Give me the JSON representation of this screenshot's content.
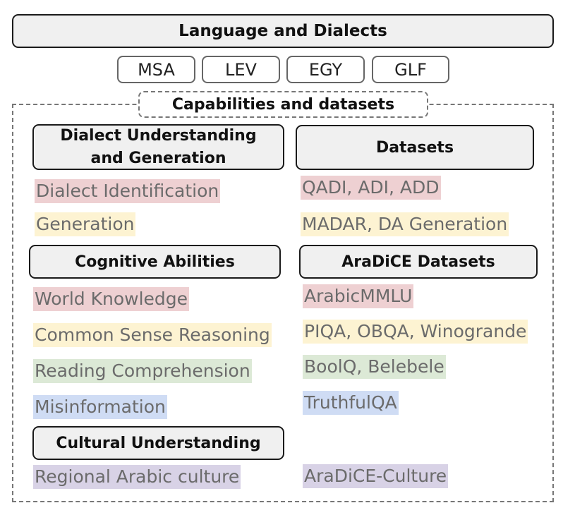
{
  "header": {
    "title": "Language and Dialects"
  },
  "dialects": [
    "MSA",
    "LEV",
    "EGY",
    "GLF"
  ],
  "capabilities_title": "Capabilities and datasets",
  "sections": {
    "dialect": {
      "heading": "Dialect Understanding and Generation",
      "heading_line1": "Dialect Understanding",
      "heading_line2": "and Generation",
      "items": [
        "Dialect Identification",
        "Generation"
      ]
    },
    "datasets": {
      "heading": "Datasets",
      "items": [
        "QADI, ADI, ADD",
        "MADAR, DA Generation"
      ]
    },
    "cognitive": {
      "heading": "Cognitive Abilities",
      "items": [
        "World Knowledge",
        "Common Sense Reasoning",
        "Reading Comprehension",
        "Misinformation"
      ]
    },
    "aradice": {
      "heading": "AraDiCE Datasets",
      "items": [
        "ArabicMMLU",
        "PIQA, OBQA, Winogrande",
        "BoolQ, Belebele",
        "TruthfulQA"
      ]
    },
    "cultural": {
      "heading": "Cultural Understanding",
      "items": [
        "Regional Arabic culture"
      ],
      "dataset": "AraDiCE-Culture"
    }
  },
  "colors": {
    "red": "#eed0d2",
    "yellow": "#fdf3d2",
    "green": "#dce9d6",
    "blue": "#cfdcf4",
    "purple": "#d8d2e6"
  }
}
